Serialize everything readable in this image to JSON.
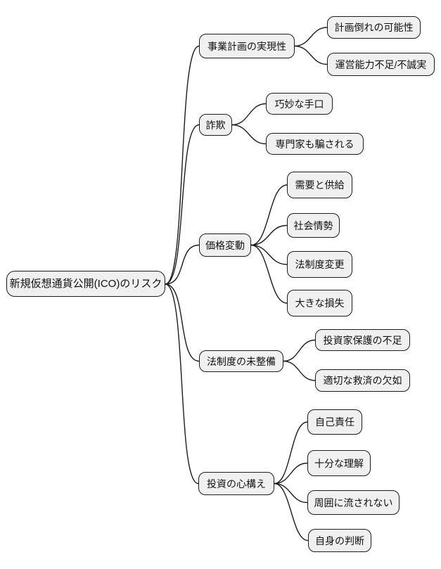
{
  "diagram": {
    "title": "新規仮想通貨公開(ICO)のリスク",
    "root": {
      "label": "新規仮想通貨公開(ICO)のリスク"
    },
    "branches": [
      {
        "label": "事業計画の実現性",
        "children": [
          {
            "label": "計画倒れの可能性"
          },
          {
            "label": "運営能力不足/不誠実"
          }
        ]
      },
      {
        "label": "詐欺",
        "children": [
          {
            "label": "巧妙な手口"
          },
          {
            "label": "専門家も騙される"
          }
        ]
      },
      {
        "label": "価格変動",
        "children": [
          {
            "label": "需要と供給"
          },
          {
            "label": "社会情勢"
          },
          {
            "label": "法制度変更"
          },
          {
            "label": "大きな損失"
          }
        ]
      },
      {
        "label": "法制度の未整備",
        "children": [
          {
            "label": "投資家保護の不足"
          },
          {
            "label": "適切な救済の欠如"
          }
        ]
      },
      {
        "label": "投資の心構え",
        "children": [
          {
            "label": "自己責任"
          },
          {
            "label": "十分な理解"
          },
          {
            "label": "周囲に流されない"
          },
          {
            "label": "自身の判断"
          }
        ]
      }
    ],
    "colors": {
      "background": "#ffffff",
      "node_fill": "#f0f0f0",
      "node_border": "#1c1c1c",
      "connector": "#1c1c1c",
      "text": "#111111"
    }
  }
}
